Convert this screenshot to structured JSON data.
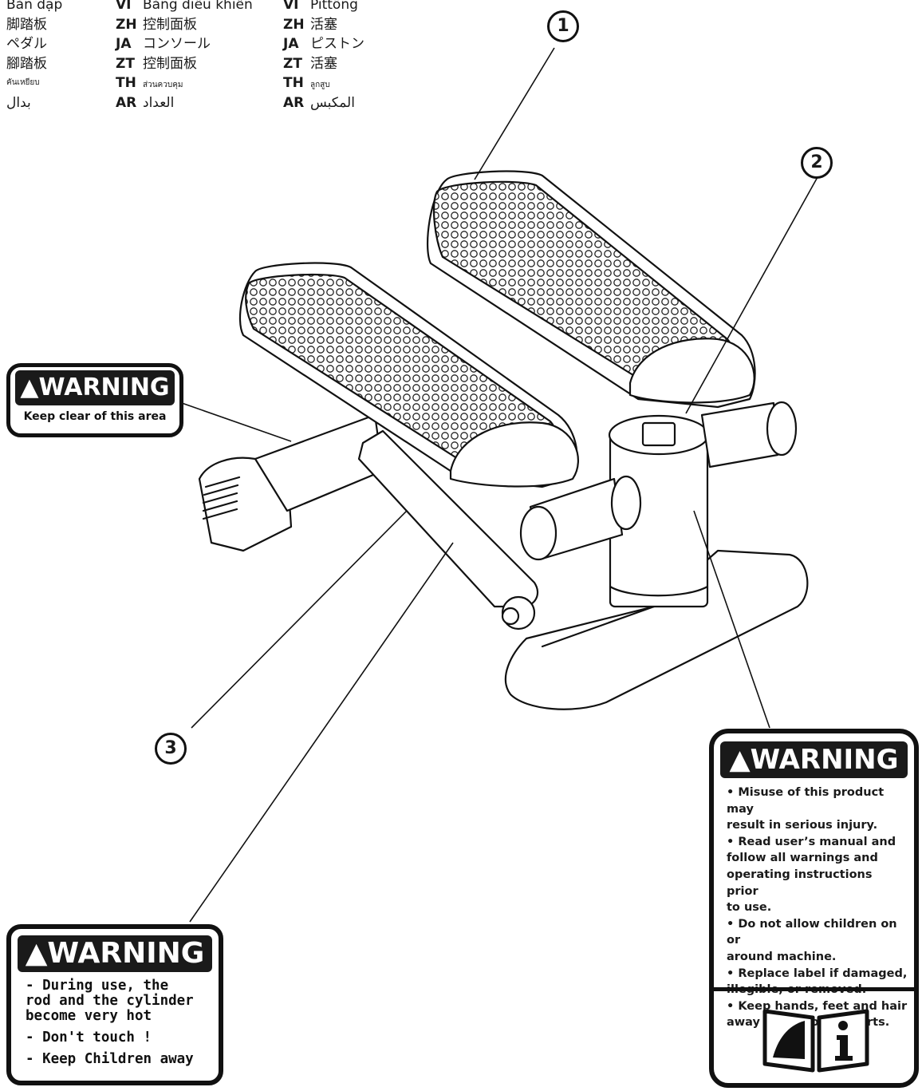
{
  "translations": {
    "col1": [
      "Bàn đạp",
      "脚踏板",
      "ペダル",
      "腳踏板",
      "คันเหยียบ",
      "بدال"
    ],
    "col2": [
      {
        "code": "VI",
        "text": "Bảng điều khiển"
      },
      {
        "code": "ZH",
        "text": "控制面板"
      },
      {
        "code": "JA",
        "text": "コンソール"
      },
      {
        "code": "ZT",
        "text": "控制面板"
      },
      {
        "code": "TH",
        "text": "ส่วนควบคุม"
      },
      {
        "code": "AR",
        "text": "العداد"
      }
    ],
    "col3": [
      {
        "code": "VI",
        "text": "Pittông"
      },
      {
        "code": "ZH",
        "text": "活塞"
      },
      {
        "code": "JA",
        "text": "ピストン"
      },
      {
        "code": "ZT",
        "text": "活塞"
      },
      {
        "code": "TH",
        "text": "ลูกสูบ"
      },
      {
        "code": "AR",
        "text": "المكبس"
      }
    ]
  },
  "callouts": {
    "one": "1",
    "two": "2",
    "three": "3"
  },
  "warning_small": {
    "title": "▲WARNING",
    "text": "Keep clear of this area"
  },
  "warning_hot": {
    "title": "▲WARNING",
    "lines": [
      "- During use, the",
      "rod and the cylinder",
      "become very hot",
      "- Don't touch !",
      "- Keep Children away"
    ]
  },
  "warning_big": {
    "title": "▲WARNING",
    "lines": [
      "• Misuse of this product may",
      "result in serious injury.",
      "• Read user’s manual and",
      "follow all warnings and",
      "operating instructions prior",
      "to use.",
      "• Do not allow children on or",
      "around machine.",
      "• Replace label if damaged,",
      "illegible, or removed.",
      "• Keep hands, feet and hair",
      "away from moving parts."
    ],
    "manual_icon": "book-info-icon"
  }
}
